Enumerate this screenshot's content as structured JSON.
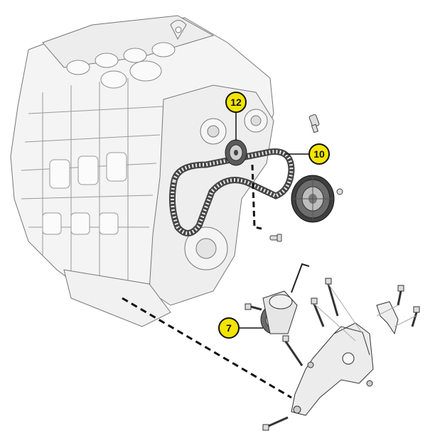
{
  "diagram": {
    "callouts": [
      {
        "label": "12",
        "part": "idler-pulley"
      },
      {
        "label": "10",
        "part": "drive-belt"
      },
      {
        "label": "7",
        "part": "tensioner-assembly"
      }
    ],
    "colors": {
      "callout_fill": "#f2e500",
      "callout_stroke": "#111111",
      "line": "#333333",
      "engine_shade": "#f1f1f1",
      "part_shade": "#e6e6e6"
    }
  }
}
